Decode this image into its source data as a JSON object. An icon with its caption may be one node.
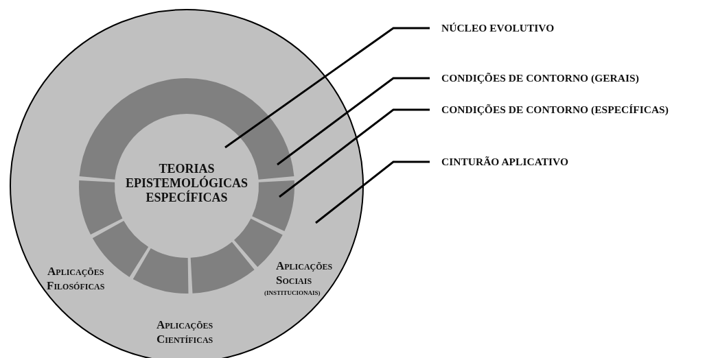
{
  "diagram": {
    "nodes": [
      {
        "text": [],
        "shape": "circle"
      },
      {
        "text": [],
        "shape": "band",
        "in": 0
      },
      {
        "text": [
          "TEORIAS EPISTEMOLÓGICAS ESPECÍFICAS"
        ],
        "in": 0
      },
      {
        "text": [],
        "shape": "band",
        "in": 0
      },
      {
        "text": [],
        "shape": "band",
        "in": 0
      },
      {
        "text": [],
        "shape": "band",
        "in": 0
      },
      {
        "text": [],
        "shape": "band",
        "in": 0
      },
      {
        "text": [],
        "shape": "band",
        "in": 0
      },
      {
        "text": [],
        "shape": "band",
        "in": 0
      },
      {
        "text": [
          "NÚCLEO EVOLUTIVO"
        ]
      },
      {
        "text": [
          "CONDIÇÕES DE CONTORNO (GERAIS)"
        ]
      },
      {
        "text": [
          "CONDIÇÕES DE CONTORNO (ESPECÍFICAS)"
        ]
      },
      {
        "text": [
          "CINTURÃO APLICATIVO"
        ]
      }
    ],
    "edges": [
      {
        "from": 9,
        "to": 2,
        "arrow": "none"
      },
      {
        "from": 10,
        "to": 1,
        "arrow": "none"
      },
      {
        "from": 11,
        "to": 8,
        "arrow": "none"
      },
      {
        "from": 12,
        "to": 0,
        "arrow": "none"
      }
    ],
    "labels": [
      "Aplicações Sociais",
      "Aplicações Filosóficas",
      "(INSTITUCIONAIS)",
      "Aplicações Científicas"
    ]
  }
}
